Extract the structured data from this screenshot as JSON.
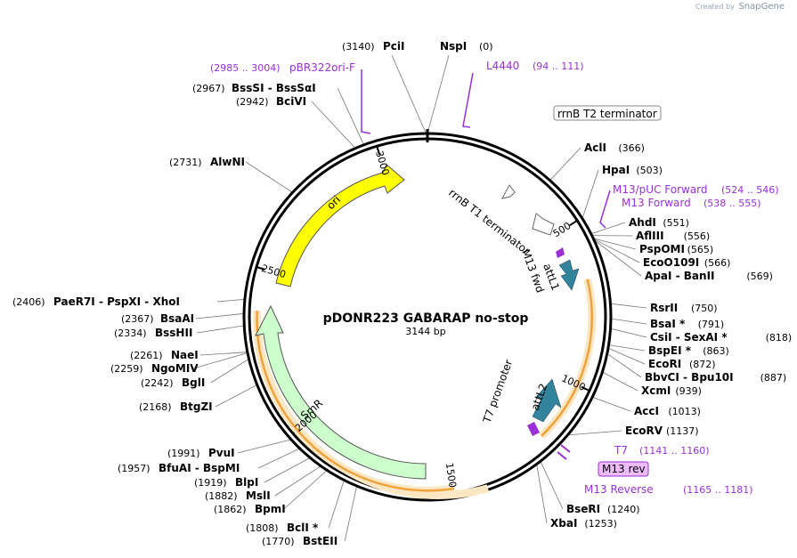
{
  "credit": {
    "prefix": "Created by",
    "brand": "SnapGene"
  },
  "map": {
    "name": "pDONR223 GABARAP no-stop",
    "length_label": "3144 bp",
    "length": 3144
  },
  "ticks": [
    {
      "label": "500",
      "pos": 500
    },
    {
      "label": "1000",
      "pos": 1000
    },
    {
      "label": "1500",
      "pos": 1500
    },
    {
      "label": "2000",
      "pos": 2000
    },
    {
      "label": "2500",
      "pos": 2500
    },
    {
      "label": "3000",
      "pos": 3000
    }
  ],
  "sites": [
    {
      "pos_label": "(3140)",
      "name": "PciI",
      "pos": 3140
    },
    {
      "pos_label": "(0)",
      "name": "NspI",
      "pos": 0
    },
    {
      "pos_label": "(2967)",
      "name": "BssSI  -  BssSαI",
      "pos": 2967
    },
    {
      "pos_label": "(2942)",
      "name": "BciVI",
      "pos": 2942
    },
    {
      "pos_label": "(2731)",
      "name": "AlwNI",
      "pos": 2731
    },
    {
      "pos_label": "(366)",
      "name": "AclI",
      "pos": 366
    },
    {
      "pos_label": "(503)",
      "name": "HpaI",
      "pos": 503
    },
    {
      "pos_label": "(551)",
      "name": "AhdI",
      "pos": 551
    },
    {
      "pos_label": "(556)",
      "name": "AflIII",
      "pos": 556
    },
    {
      "pos_label": "(565)",
      "name": "PspOMI",
      "pos": 565
    },
    {
      "pos_label": "(566)",
      "name": "EcoO109I",
      "pos": 566
    },
    {
      "pos_label": "(569)",
      "name": "ApaI  -  BanII",
      "pos": 569
    },
    {
      "pos_label": "(750)",
      "name": "RsrII",
      "pos": 750
    },
    {
      "pos_label": "(791)",
      "name": "BsaI *",
      "pos": 791
    },
    {
      "pos_label": "(818)",
      "name": "CsiI  -  SexAI *",
      "pos": 818
    },
    {
      "pos_label": "(863)",
      "name": "BspEI *",
      "pos": 863
    },
    {
      "pos_label": "(872)",
      "name": "EcoRI",
      "pos": 872
    },
    {
      "pos_label": "(887)",
      "name": "BbvCI  -  Bpu10I",
      "pos": 887
    },
    {
      "pos_label": "(939)",
      "name": "XcmI",
      "pos": 939
    },
    {
      "pos_label": "(1013)",
      "name": "AccI",
      "pos": 1013
    },
    {
      "pos_label": "(1137)",
      "name": "EcoRV",
      "pos": 1137
    },
    {
      "pos_label": "(1240)",
      "name": "BseRI",
      "pos": 1240
    },
    {
      "pos_label": "(1253)",
      "name": "XbaI",
      "pos": 1253
    },
    {
      "pos_label": "(2406)",
      "name": "PaeR7I  -  PspXI  -  XhoI",
      "pos": 2406
    },
    {
      "pos_label": "(2367)",
      "name": "BsaAI",
      "pos": 2367
    },
    {
      "pos_label": "(2334)",
      "name": "BssHII",
      "pos": 2334
    },
    {
      "pos_label": "(2261)",
      "name": "NaeI",
      "pos": 2261
    },
    {
      "pos_label": "(2259)",
      "name": "NgoMIV",
      "pos": 2259
    },
    {
      "pos_label": "(2242)",
      "name": "BglI",
      "pos": 2242
    },
    {
      "pos_label": "(2168)",
      "name": "BtgZI",
      "pos": 2168
    },
    {
      "pos_label": "(1991)",
      "name": "PvuI",
      "pos": 1991
    },
    {
      "pos_label": "(1957)",
      "name": "BfuAI  -  BspMI",
      "pos": 1957
    },
    {
      "pos_label": "(1919)",
      "name": "BlpI",
      "pos": 1919
    },
    {
      "pos_label": "(1882)",
      "name": "MslI",
      "pos": 1882
    },
    {
      "pos_label": "(1862)",
      "name": "BpmI",
      "pos": 1862
    },
    {
      "pos_label": "(1808)",
      "name": "BclI *",
      "pos": 1808
    },
    {
      "pos_label": "(1770)",
      "name": "BstEII",
      "pos": 1770
    }
  ],
  "primers": [
    {
      "range": "(2985 .. 3004)",
      "name": "pBR322ori-F"
    },
    {
      "name": "L4440",
      "range": "(94 .. 111)"
    },
    {
      "name": "M13/pUC Forward",
      "range": "(524 .. 546)"
    },
    {
      "name": "M13 Forward",
      "range": "(538 .. 555)"
    },
    {
      "name": "T7",
      "range": "(1141 .. 1160)"
    },
    {
      "name": "M13 rev"
    },
    {
      "name": "M13 Reverse",
      "range": "(1165 .. 1181)"
    }
  ],
  "features": {
    "rrnb_t2": "rrnB T2 terminator",
    "rrnb_t1": "rrnB T1 terminator",
    "attl1": "attL1",
    "m13_fwd": "M13 fwd",
    "attl2": "attL2",
    "t7_promoter": "T7 promoter",
    "ori": "ori",
    "smr": "SmR"
  },
  "colors": {
    "ori": "#ffff00",
    "smr": "#ccffcc",
    "att": "#31849b",
    "primer": "#9b30d9",
    "insert": "#f2a23a"
  }
}
